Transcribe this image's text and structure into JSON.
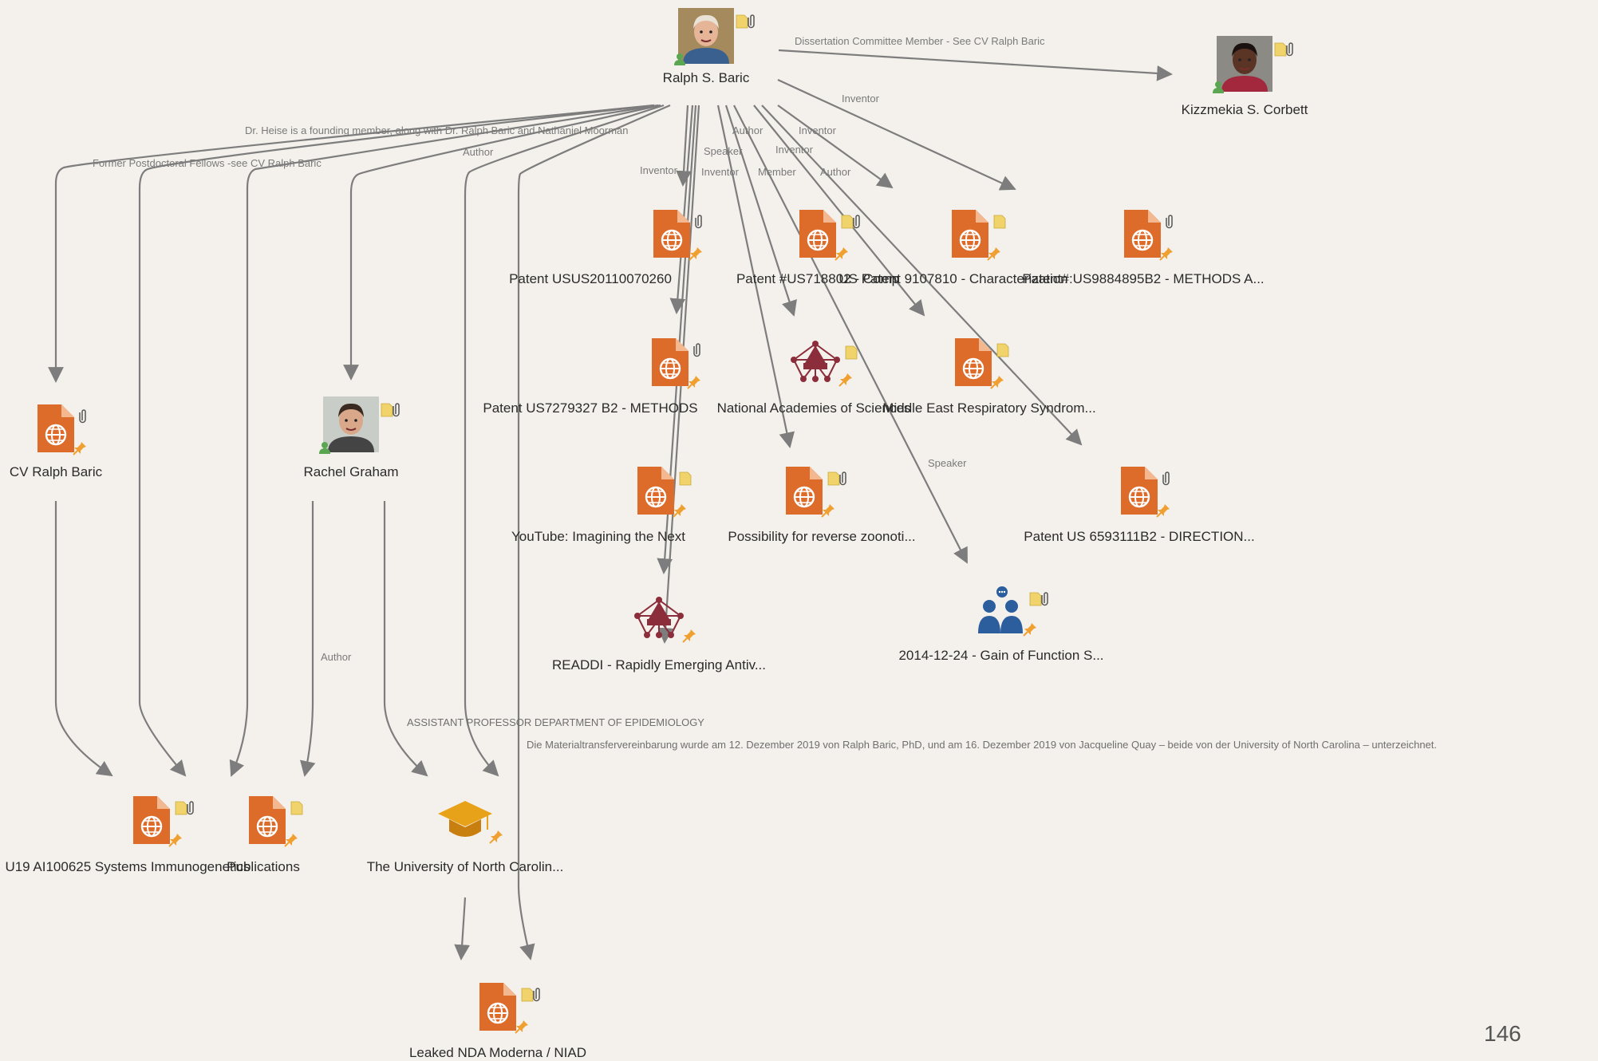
{
  "nodes": [
    {
      "id": "ralph",
      "label": "Ralph S. Baric",
      "type": "person",
      "photo": "man"
    },
    {
      "id": "kizz",
      "label": "Kizzmekia S. Corbett",
      "type": "person",
      "photo": "woman"
    },
    {
      "id": "patent1",
      "label": "Patent USUS20110070260",
      "type": "document"
    },
    {
      "id": "patent2",
      "label": "Patent #US718802 - Comp",
      "type": "document"
    },
    {
      "id": "us9",
      "label": "US Patent 9107810 - Characterization",
      "type": "document"
    },
    {
      "id": "patent3",
      "label": "Patent#:US9884895B2 - METHODS A...",
      "type": "document"
    },
    {
      "id": "patent4",
      "label": "Patent US7279327 B2 - METHODS",
      "type": "document"
    },
    {
      "id": "nas",
      "label": "National Academies of Sciences",
      "type": "network"
    },
    {
      "id": "mers",
      "label": "Middle East Respiratory Syndrom...",
      "type": "document"
    },
    {
      "id": "cv",
      "label": "CV Ralph Baric",
      "type": "document"
    },
    {
      "id": "rachel",
      "label": "Rachel Graham",
      "type": "person",
      "photo": "woman2"
    },
    {
      "id": "youtube",
      "label": "YouTube: Imagining the Next",
      "type": "document"
    },
    {
      "id": "possibility",
      "label": "Possibility for reverse zoonoti...",
      "type": "document"
    },
    {
      "id": "patent5",
      "label": "Patent US 6593111B2 - DIRECTION...",
      "type": "document"
    },
    {
      "id": "readdi",
      "label": "READDI - Rapidly Emerging Antiv...",
      "type": "network"
    },
    {
      "id": "gof",
      "label": "2014-12-24 - Gain of Function S...",
      "type": "group"
    },
    {
      "id": "u19",
      "label": "U19 AI100625 Systems Immunogenetics",
      "type": "document"
    },
    {
      "id": "pubs",
      "label": "Publications",
      "type": "document"
    },
    {
      "id": "unc",
      "label": "The University of North Carolin...",
      "type": "education"
    },
    {
      "id": "nda",
      "label": "Leaked NDA Moderna / NIAD",
      "type": "document"
    }
  ],
  "edge_labels": [
    {
      "id": "el-diss",
      "text": "Dissertation Committee Member - See CV Ralph Baric"
    },
    {
      "id": "el-inv1",
      "text": "Inventor"
    },
    {
      "id": "el-heise",
      "text": "Dr. Heise is a founding member, along with Dr. Ralph Baric and Nathaniel Moorman"
    },
    {
      "id": "el-former",
      "text": "Former Postdoctoral Fellows -see CV Ralph Baric"
    },
    {
      "id": "el-author1",
      "text": "Author"
    },
    {
      "id": "el-author2",
      "text": "Author"
    },
    {
      "id": "el-inv2",
      "text": "Inventor"
    },
    {
      "id": "el-speaker1",
      "text": "Speaker"
    },
    {
      "id": "el-inv3",
      "text": "Inventor"
    },
    {
      "id": "el-inv4",
      "text": "Inventor"
    },
    {
      "id": "el-inv5",
      "text": "Inventor"
    },
    {
      "id": "el-member",
      "text": "Member"
    },
    {
      "id": "el-author3",
      "text": "Author"
    },
    {
      "id": "el-speaker2",
      "text": "Speaker"
    },
    {
      "id": "el-author4",
      "text": "Author"
    }
  ],
  "notes": {
    "assistant": "ASSISTANT PROFESSOR DEPARTMENT OF EPIDEMIOLOGY",
    "mta": "Die Materialtransfervereinbarung wurde am 12. Dezember 2019 von Ralph Baric, PhD, und am 16. Dezember 2019 von Jacqueline Quay – beide von der University of North Carolina – unterzeichnet."
  },
  "page_number": "146",
  "colors": {
    "document": "#dd6b2a",
    "network": "#8b2d3a",
    "group": "#2c5e9e",
    "education": "#e8a21a",
    "edge": "#7d7d7d",
    "pin": "#f0a030",
    "note": "#f0d36a"
  }
}
